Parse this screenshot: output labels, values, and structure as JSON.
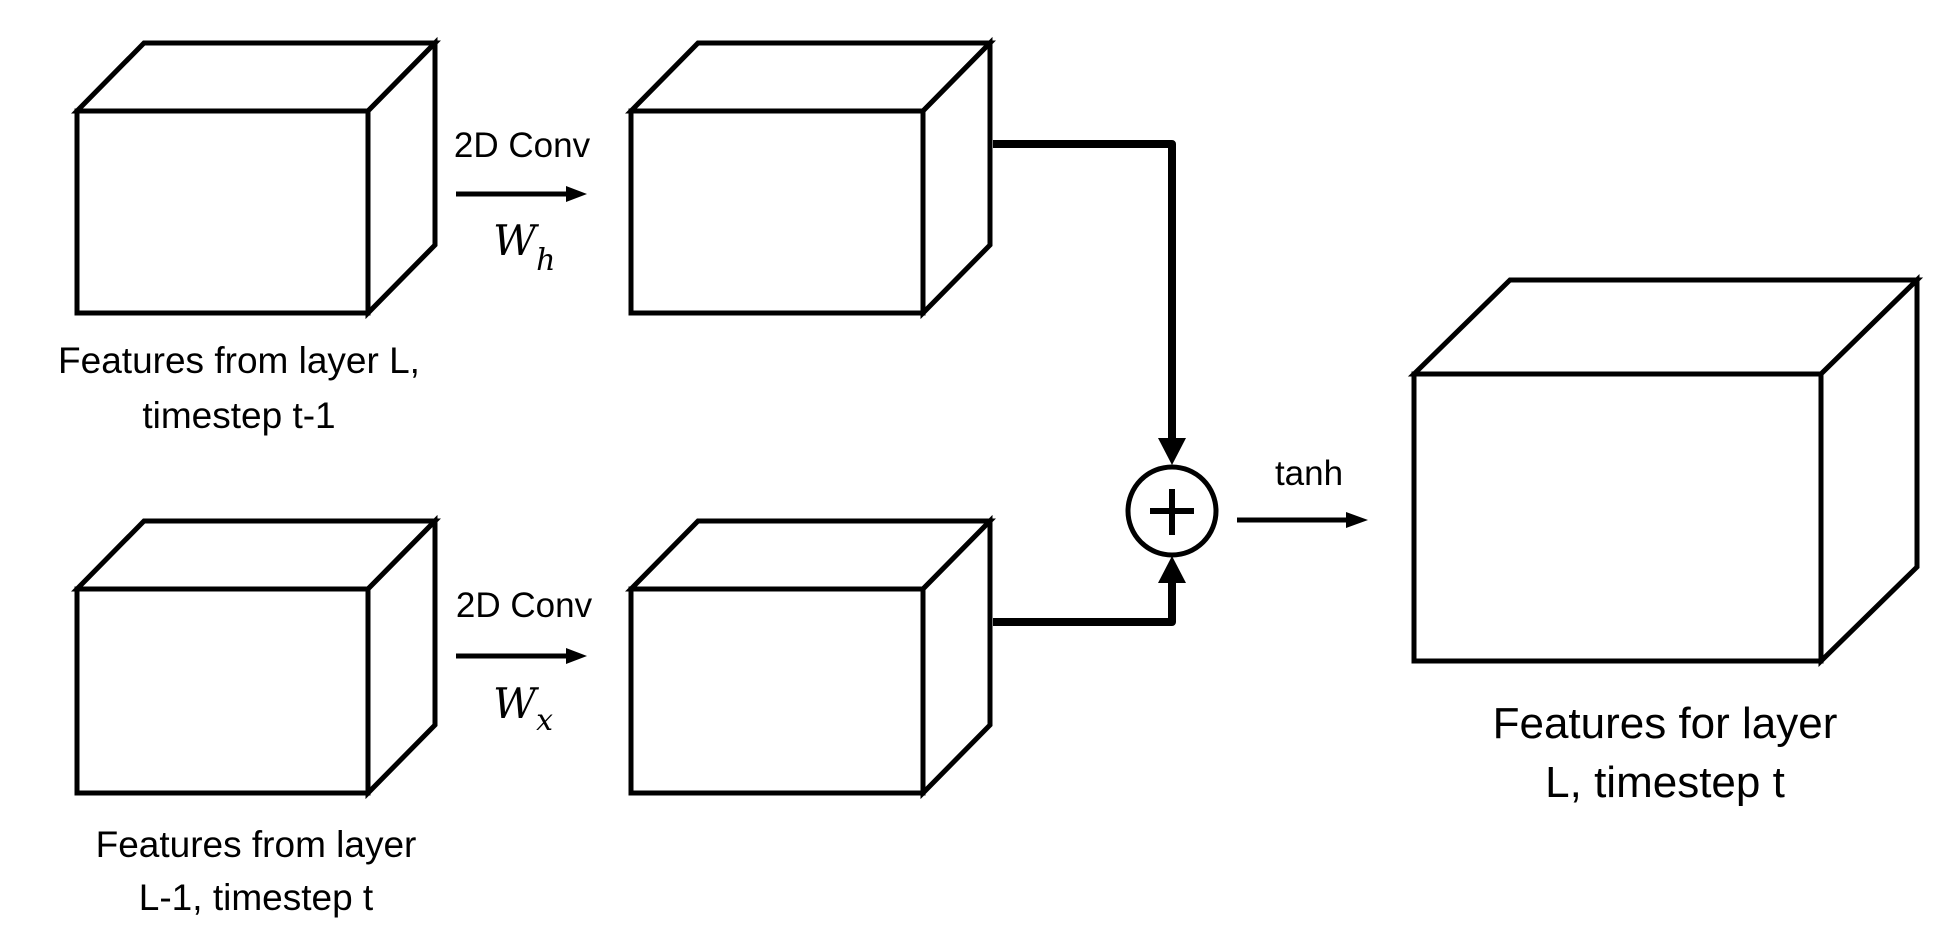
{
  "diagram": {
    "title": "Convolutional RNN feature update",
    "colors": {
      "stroke": "#000000",
      "background": "#ffffff"
    },
    "inputs": {
      "hidden": {
        "label_line1": "Features from layer L,",
        "label_line2": "timestep t-1"
      },
      "lower": {
        "label_line1": "Features from layer",
        "label_line2": "L-1, timestep t"
      }
    },
    "operations": {
      "top_conv": {
        "label": "2D Conv",
        "weight_symbol": "W",
        "weight_subscript": "h"
      },
      "bottom_conv": {
        "label": "2D Conv",
        "weight_symbol": "W",
        "weight_subscript": "x"
      },
      "sum": {
        "symbol": "+"
      },
      "activation": {
        "label": "tanh"
      }
    },
    "output": {
      "label_line1": "Features for layer",
      "label_line2": "L, timestep t"
    }
  }
}
